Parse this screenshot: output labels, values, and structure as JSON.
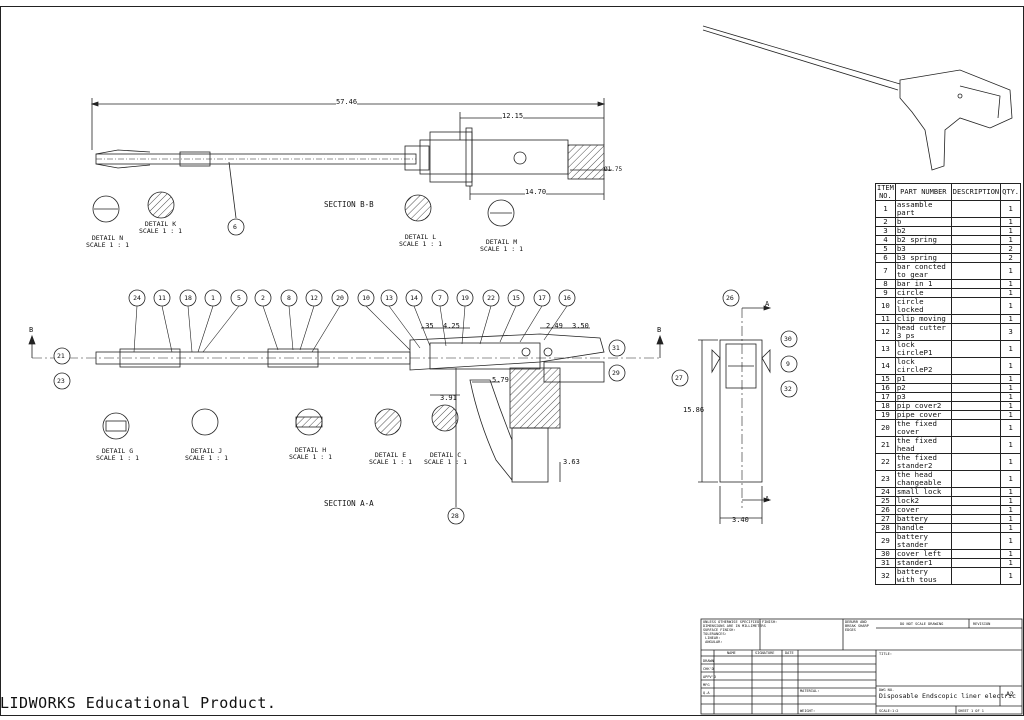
{
  "sheet": {
    "watermark": "LIDWORKS Educational Product."
  },
  "views": {
    "section_bb": "SECTION B-B",
    "section_aa": "SECTION A-A",
    "section_arrow_label": "B",
    "section_a_label": "A"
  },
  "dimensions": {
    "d1": "57.46",
    "d2": "12.15",
    "d3": "14.70",
    "d4": "Ø1.75",
    "d5": ".35",
    "d6": "4.25",
    "d7": "2.49",
    "d8": "3.50",
    "d9": "5.79",
    "d10": "3.91",
    "d11": "3.63",
    "d12": "15.86",
    "d13": "3.40"
  },
  "details": [
    {
      "title": "DETAIL N",
      "scale": "SCALE 1 : 1"
    },
    {
      "title": "DETAIL K",
      "scale": "SCALE 1 : 1"
    },
    {
      "title": "DETAIL L",
      "scale": "SCALE 1 : 1"
    },
    {
      "title": "DETAIL M",
      "scale": "SCALE 1 : 1"
    },
    {
      "title": "DETAIL G",
      "scale": "SCALE 1 : 1"
    },
    {
      "title": "DETAIL J",
      "scale": "SCALE 1 : 1"
    },
    {
      "title": "DETAIL H",
      "scale": "SCALE 1 : 1"
    },
    {
      "title": "DETAIL E",
      "scale": "SCALE 1 : 1"
    },
    {
      "title": "DETAIL C",
      "scale": "SCALE 1 : 1"
    }
  ],
  "balloons": {
    "b6": "6",
    "top_row": [
      "24",
      "11",
      "18",
      "1",
      "5",
      "2",
      "8",
      "12",
      "20",
      "10",
      "13",
      "14",
      "7",
      "19",
      "22",
      "15",
      "17",
      "16"
    ],
    "b21": "21",
    "b23": "23",
    "b31": "31",
    "b29": "29",
    "b28": "28",
    "b26": "26",
    "b30": "30",
    "b9": "9",
    "b27": "27",
    "b32": "32"
  },
  "bom": {
    "headers": [
      "ITEM NO.",
      "PART NUMBER",
      "DESCRIPTION",
      "QTY."
    ],
    "rows": [
      {
        "no": "1",
        "part": "assamble part",
        "qty": "1"
      },
      {
        "no": "2",
        "part": "b",
        "qty": "1"
      },
      {
        "no": "3",
        "part": "b2",
        "qty": "1"
      },
      {
        "no": "4",
        "part": "b2 spring",
        "qty": "1"
      },
      {
        "no": "5",
        "part": "b3",
        "qty": "2"
      },
      {
        "no": "6",
        "part": "b3 spring",
        "qty": "2"
      },
      {
        "no": "7",
        "part": "bar concted to gear",
        "qty": "1"
      },
      {
        "no": "8",
        "part": "bar in 1",
        "qty": "1"
      },
      {
        "no": "9",
        "part": "circle",
        "qty": "1"
      },
      {
        "no": "10",
        "part": "circle locked",
        "qty": "1"
      },
      {
        "no": "11",
        "part": "clip moving",
        "qty": "1"
      },
      {
        "no": "12",
        "part": "head cutter 3 ps",
        "qty": "3"
      },
      {
        "no": "13",
        "part": "lock circleP1",
        "qty": "1"
      },
      {
        "no": "14",
        "part": "lock circleP2",
        "qty": "1"
      },
      {
        "no": "15",
        "part": "p1",
        "qty": "1"
      },
      {
        "no": "16",
        "part": "p2",
        "qty": "1"
      },
      {
        "no": "17",
        "part": "p3",
        "qty": "1"
      },
      {
        "no": "18",
        "part": "pip cover2",
        "qty": "1"
      },
      {
        "no": "19",
        "part": "pipe cover",
        "qty": "1"
      },
      {
        "no": "20",
        "part": "the fixed cover",
        "qty": "1"
      },
      {
        "no": "21",
        "part": "the fixed head",
        "qty": "1"
      },
      {
        "no": "22",
        "part": "the fixed stander2",
        "qty": "1"
      },
      {
        "no": "23",
        "part": "the head changeable",
        "qty": "1"
      },
      {
        "no": "24",
        "part": "small lock",
        "qty": "1"
      },
      {
        "no": "25",
        "part": "lock2",
        "qty": "1"
      },
      {
        "no": "26",
        "part": "cover",
        "qty": "1"
      },
      {
        "no": "27",
        "part": "battery",
        "qty": "1"
      },
      {
        "no": "28",
        "part": "handle",
        "qty": "1"
      },
      {
        "no": "29",
        "part": "battery stander",
        "qty": "1"
      },
      {
        "no": "30",
        "part": "cover left",
        "qty": "1"
      },
      {
        "no": "31",
        "part": "stander1",
        "qty": "1"
      },
      {
        "no": "32",
        "part": "battery with tous",
        "qty": "1"
      }
    ]
  },
  "title_block": {
    "notes": "UNLESS OTHERWISE SPECIFIED:\nDIMENSIONS ARE IN MILLIMETERS\nSURFACE FINISH:\nTOLERANCES:\n LINEAR:\n ANGULAR:",
    "finish": "FINISH:",
    "deburr": "DEBURR AND\nBREAK SHARP\nEDGES",
    "do_not_scale": "DO NOT SCALE DRAWING",
    "revision": "REVISION",
    "name": "NAME",
    "signature": "SIGNATURE",
    "date": "DATE",
    "title_label": "TITLE:",
    "rows": [
      "DRAWN",
      "CHK'D",
      "APPV'D",
      "MFG",
      "Q.A"
    ],
    "material": "MATERIAL:",
    "dwg_no": "DWG NO.",
    "dwg_title": "Disposable Endscopic liner electric",
    "size": "A2",
    "weight": "WEIGHT:",
    "scale": "SCALE:1:2",
    "sheet": "SHEET 1 OF 1"
  }
}
